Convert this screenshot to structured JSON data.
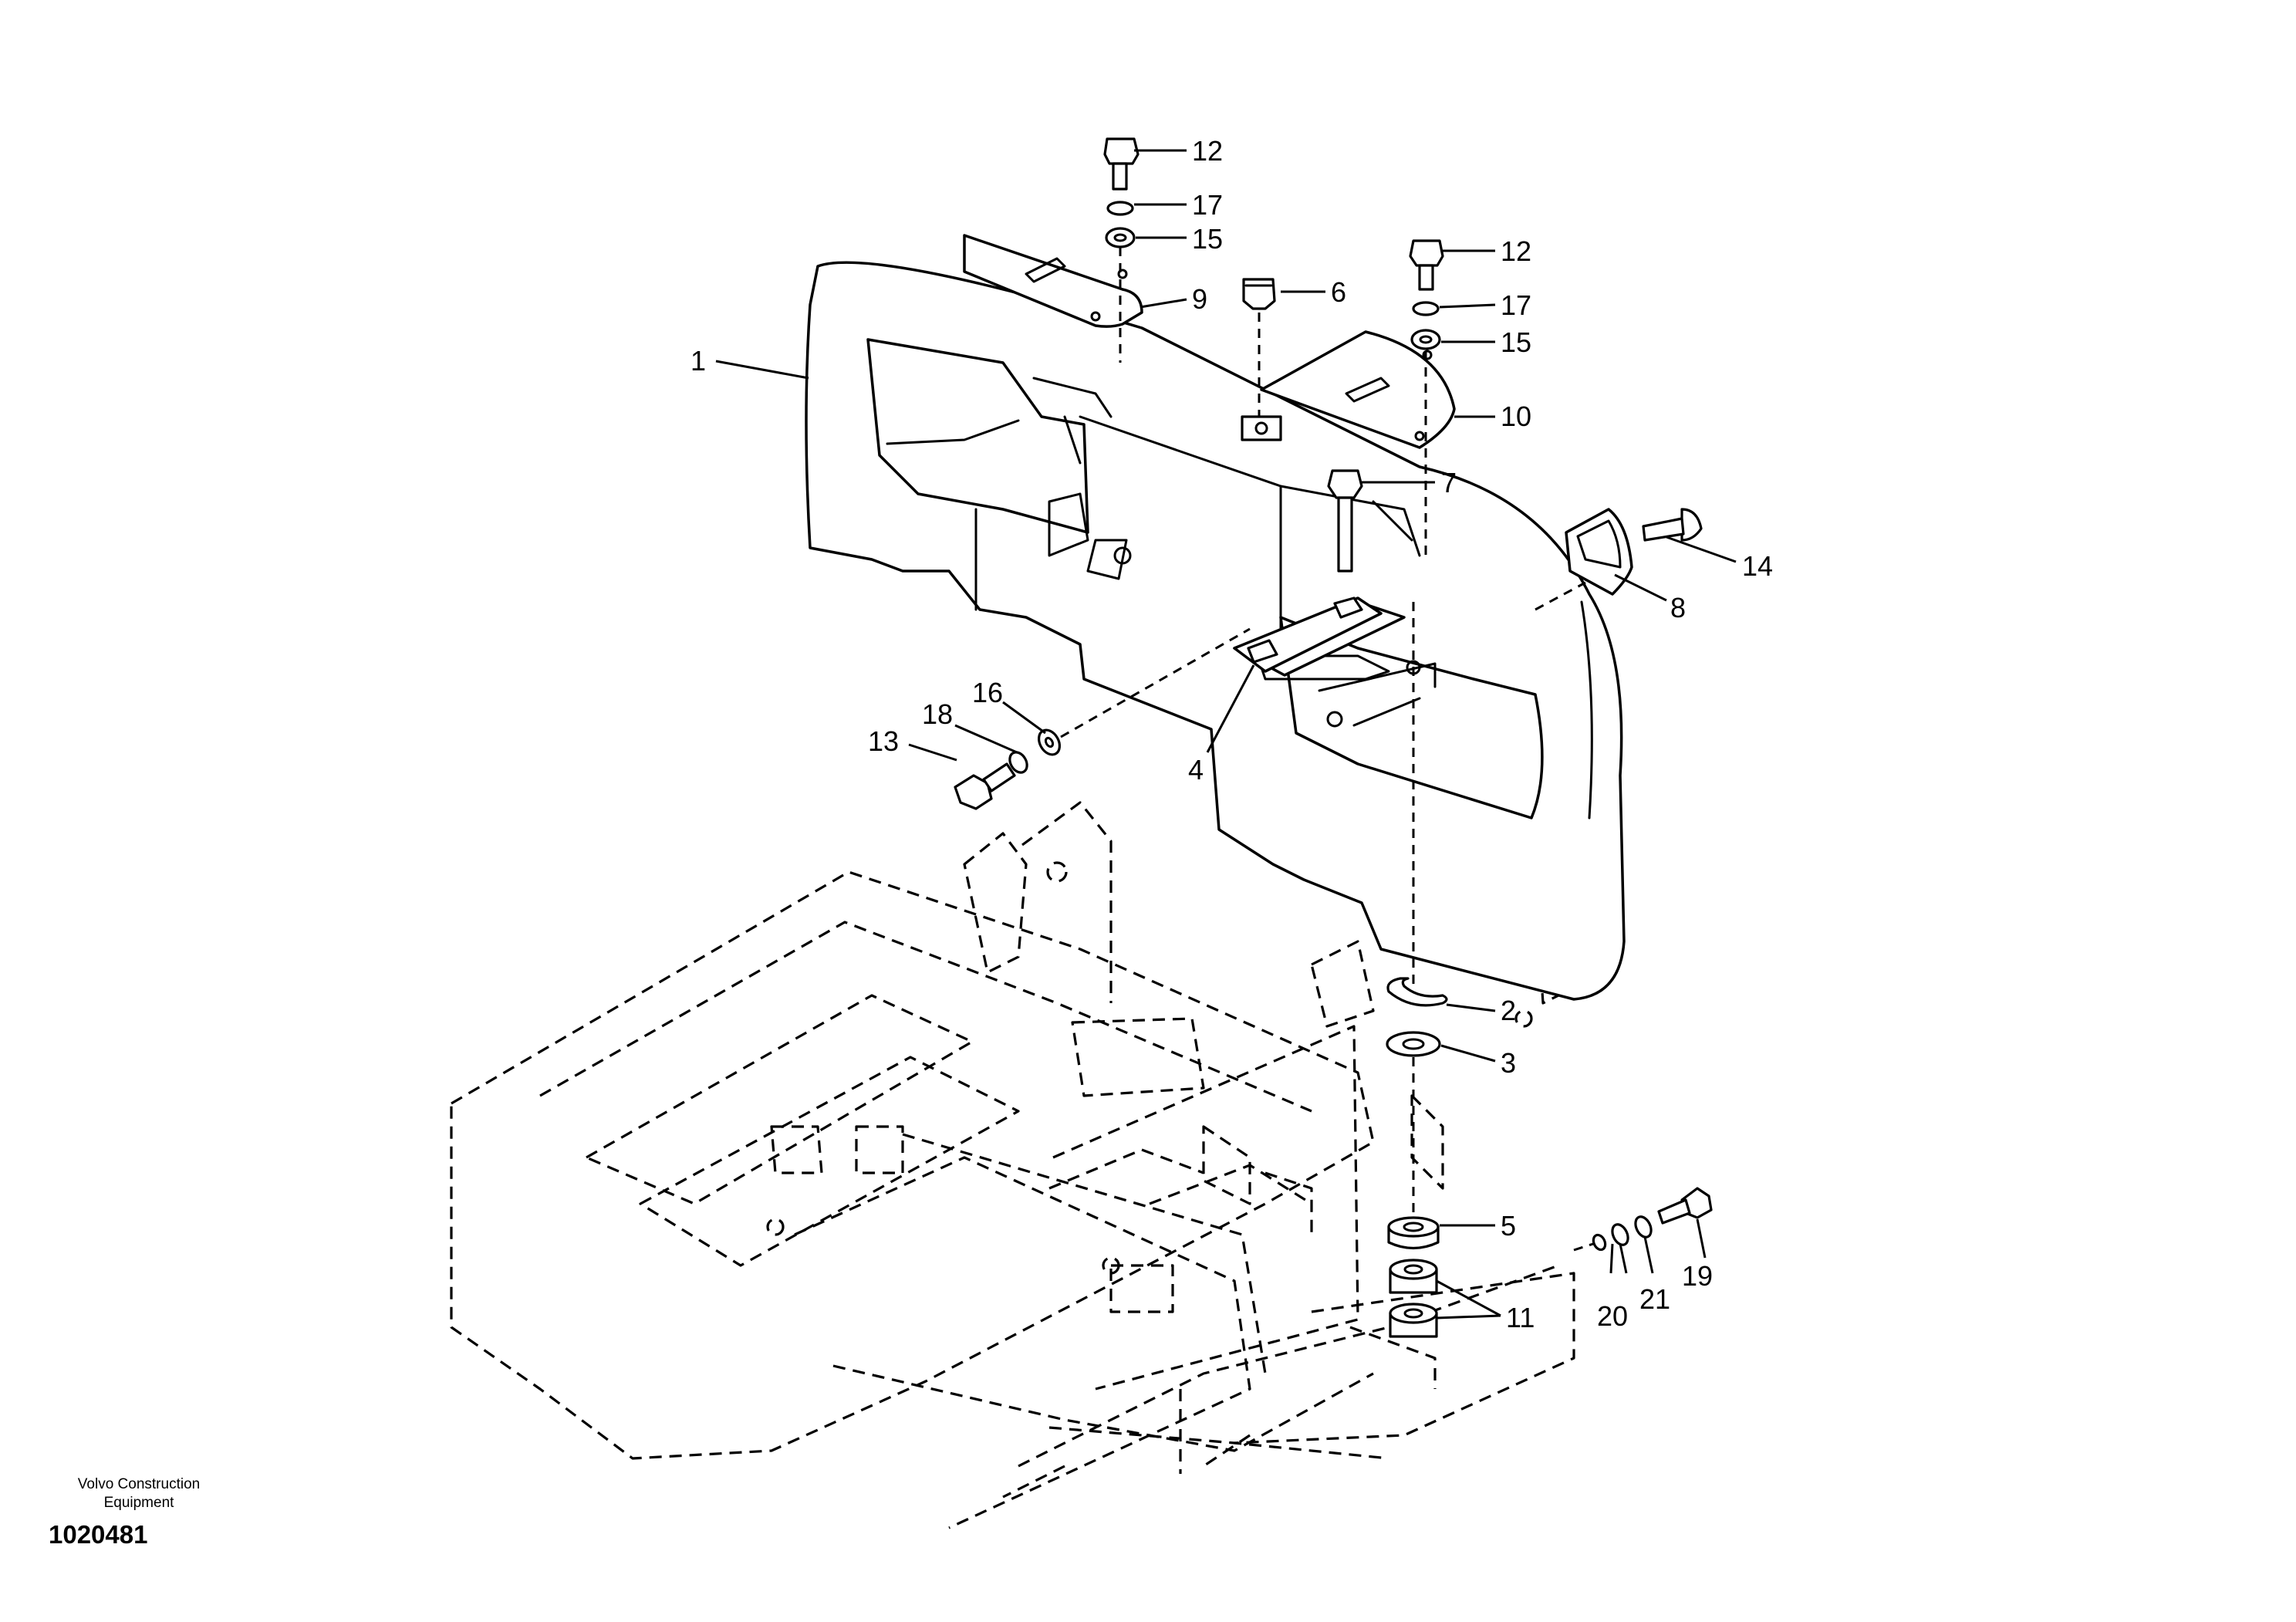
{
  "callouts": {
    "c1": "1",
    "c2": "2",
    "c3": "3",
    "c4": "4",
    "c5": "5",
    "c6": "6",
    "c7": "7",
    "c8": "8",
    "c9": "9",
    "c10": "10",
    "c11": "11",
    "c12a": "12",
    "c12b": "12",
    "c13": "13",
    "c14": "14",
    "c15a": "15",
    "c15b": "15",
    "c16": "16",
    "c17a": "17",
    "c17b": "17",
    "c18": "18",
    "c19": "19",
    "c20": "20",
    "c21": "21"
  },
  "footer": {
    "line1": "Volvo Construction",
    "line2": "Equipment",
    "drawing_number": "1020481"
  }
}
